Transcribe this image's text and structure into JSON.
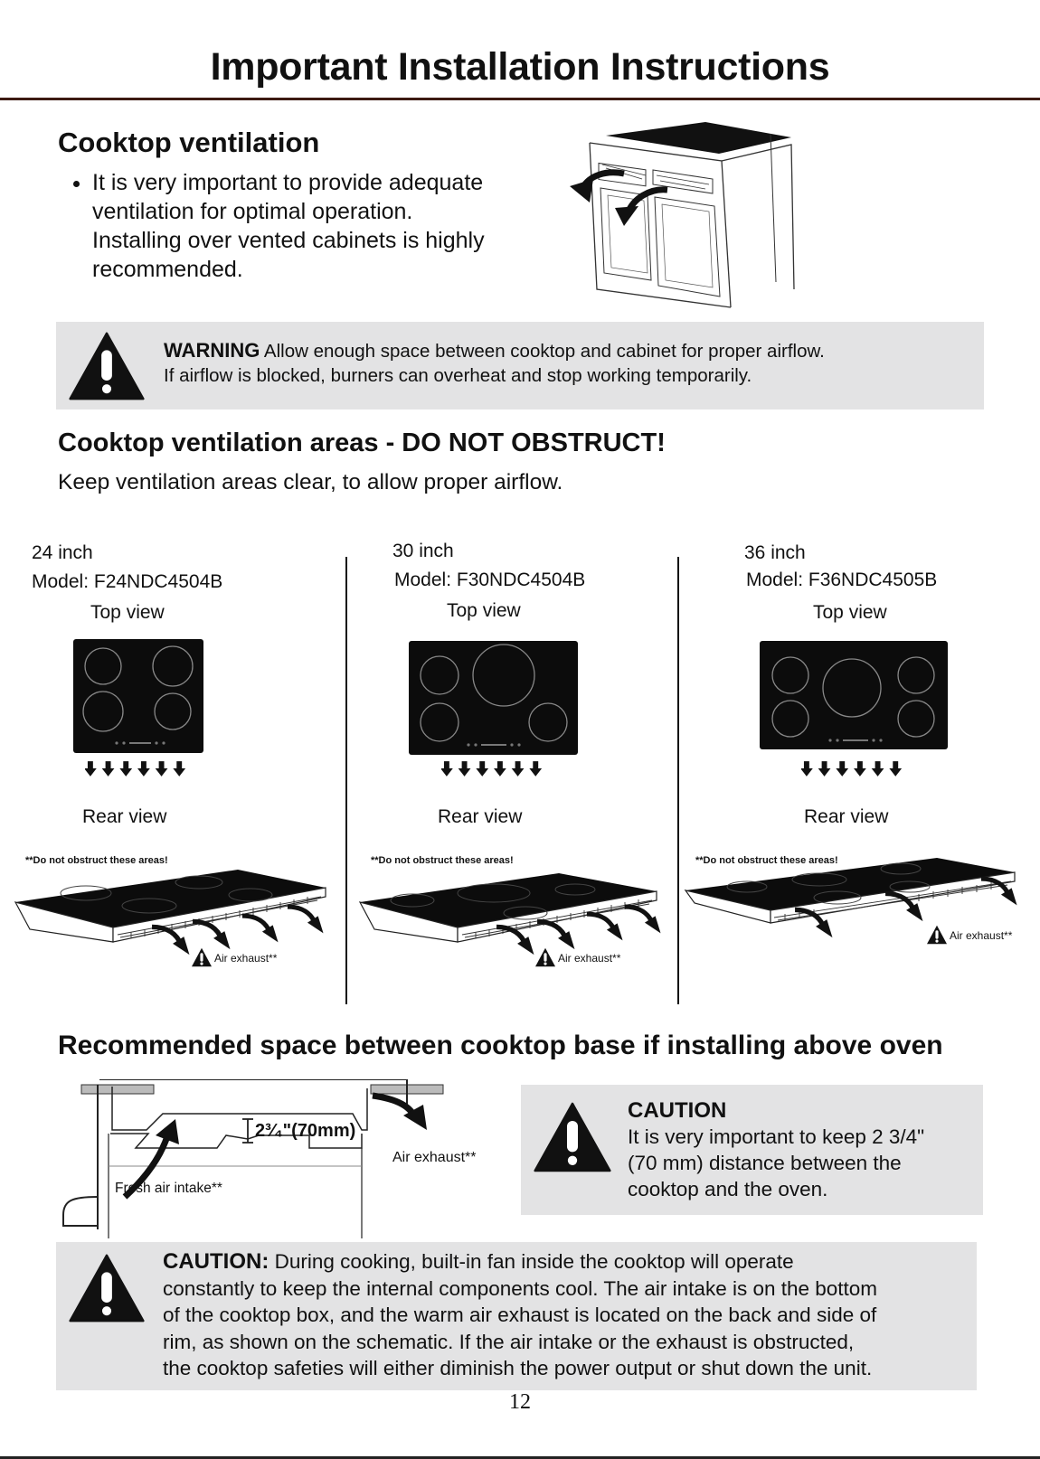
{
  "page": {
    "title": "Important Installation Instructions",
    "page_number": "12"
  },
  "ventilation": {
    "heading": "Cooktop ventilation",
    "bullet": "It is very important to provide adequate ventilation for optimal operation. Installing over vented cabinets is highly recommended."
  },
  "warning": {
    "label": "WARNING",
    "line1": "Allow enough space between cooktop and cabinet for proper airflow.",
    "line2": "If airflow is blocked, burners can overheat and stop working temporarily."
  },
  "areas": {
    "heading": "Cooktop ventilation areas - DO NOT OBSTRUCT!",
    "subtext": "Keep ventilation areas clear, to allow proper airflow.",
    "models": [
      {
        "size": "24 inch",
        "model": "Model: F24NDC4504B",
        "top_view": "Top view",
        "rear_view": "Rear view",
        "note": "**Do not obstruct these areas!",
        "exhaust": "Air exhaust**"
      },
      {
        "size": "30 inch",
        "model": "Model: F30NDC4504B",
        "top_view": "Top view",
        "rear_view": "Rear view",
        "note": "**Do not obstruct these areas!",
        "exhaust": "Air exhaust**"
      },
      {
        "size": "36 inch",
        "model": "Model: F36NDC4505B",
        "top_view": "Top view",
        "rear_view": "Rear view",
        "note": "**Do not obstruct these areas!",
        "exhaust": "Air exhaust**"
      }
    ]
  },
  "oven": {
    "heading": "Recommended space between cooktop base if installing above oven",
    "dimension": "2³⁄₄\"(70mm)",
    "air_exhaust": "Air exhaust**",
    "fresh_air": "Fresh air intake**",
    "caution_head": "CAUTION",
    "caution_lines": [
      "It is very important to keep 2 3/4\"",
      "(70 mm) distance between the",
      "cooktop and the oven."
    ]
  },
  "fan_caution": {
    "label": "CAUTION:",
    "lines": [
      "During cooking, built-in fan inside the cooktop will operate",
      "constantly to keep the internal components cool. The air intake is on the bottom",
      "of the cooktop box, and the warm air exhaust is located on the back and side of",
      "rim, as shown on the schematic. If the air intake or the exhaust is obstructed,",
      "the cooktop safeties will either diminish the power output or shut down the unit."
    ]
  }
}
